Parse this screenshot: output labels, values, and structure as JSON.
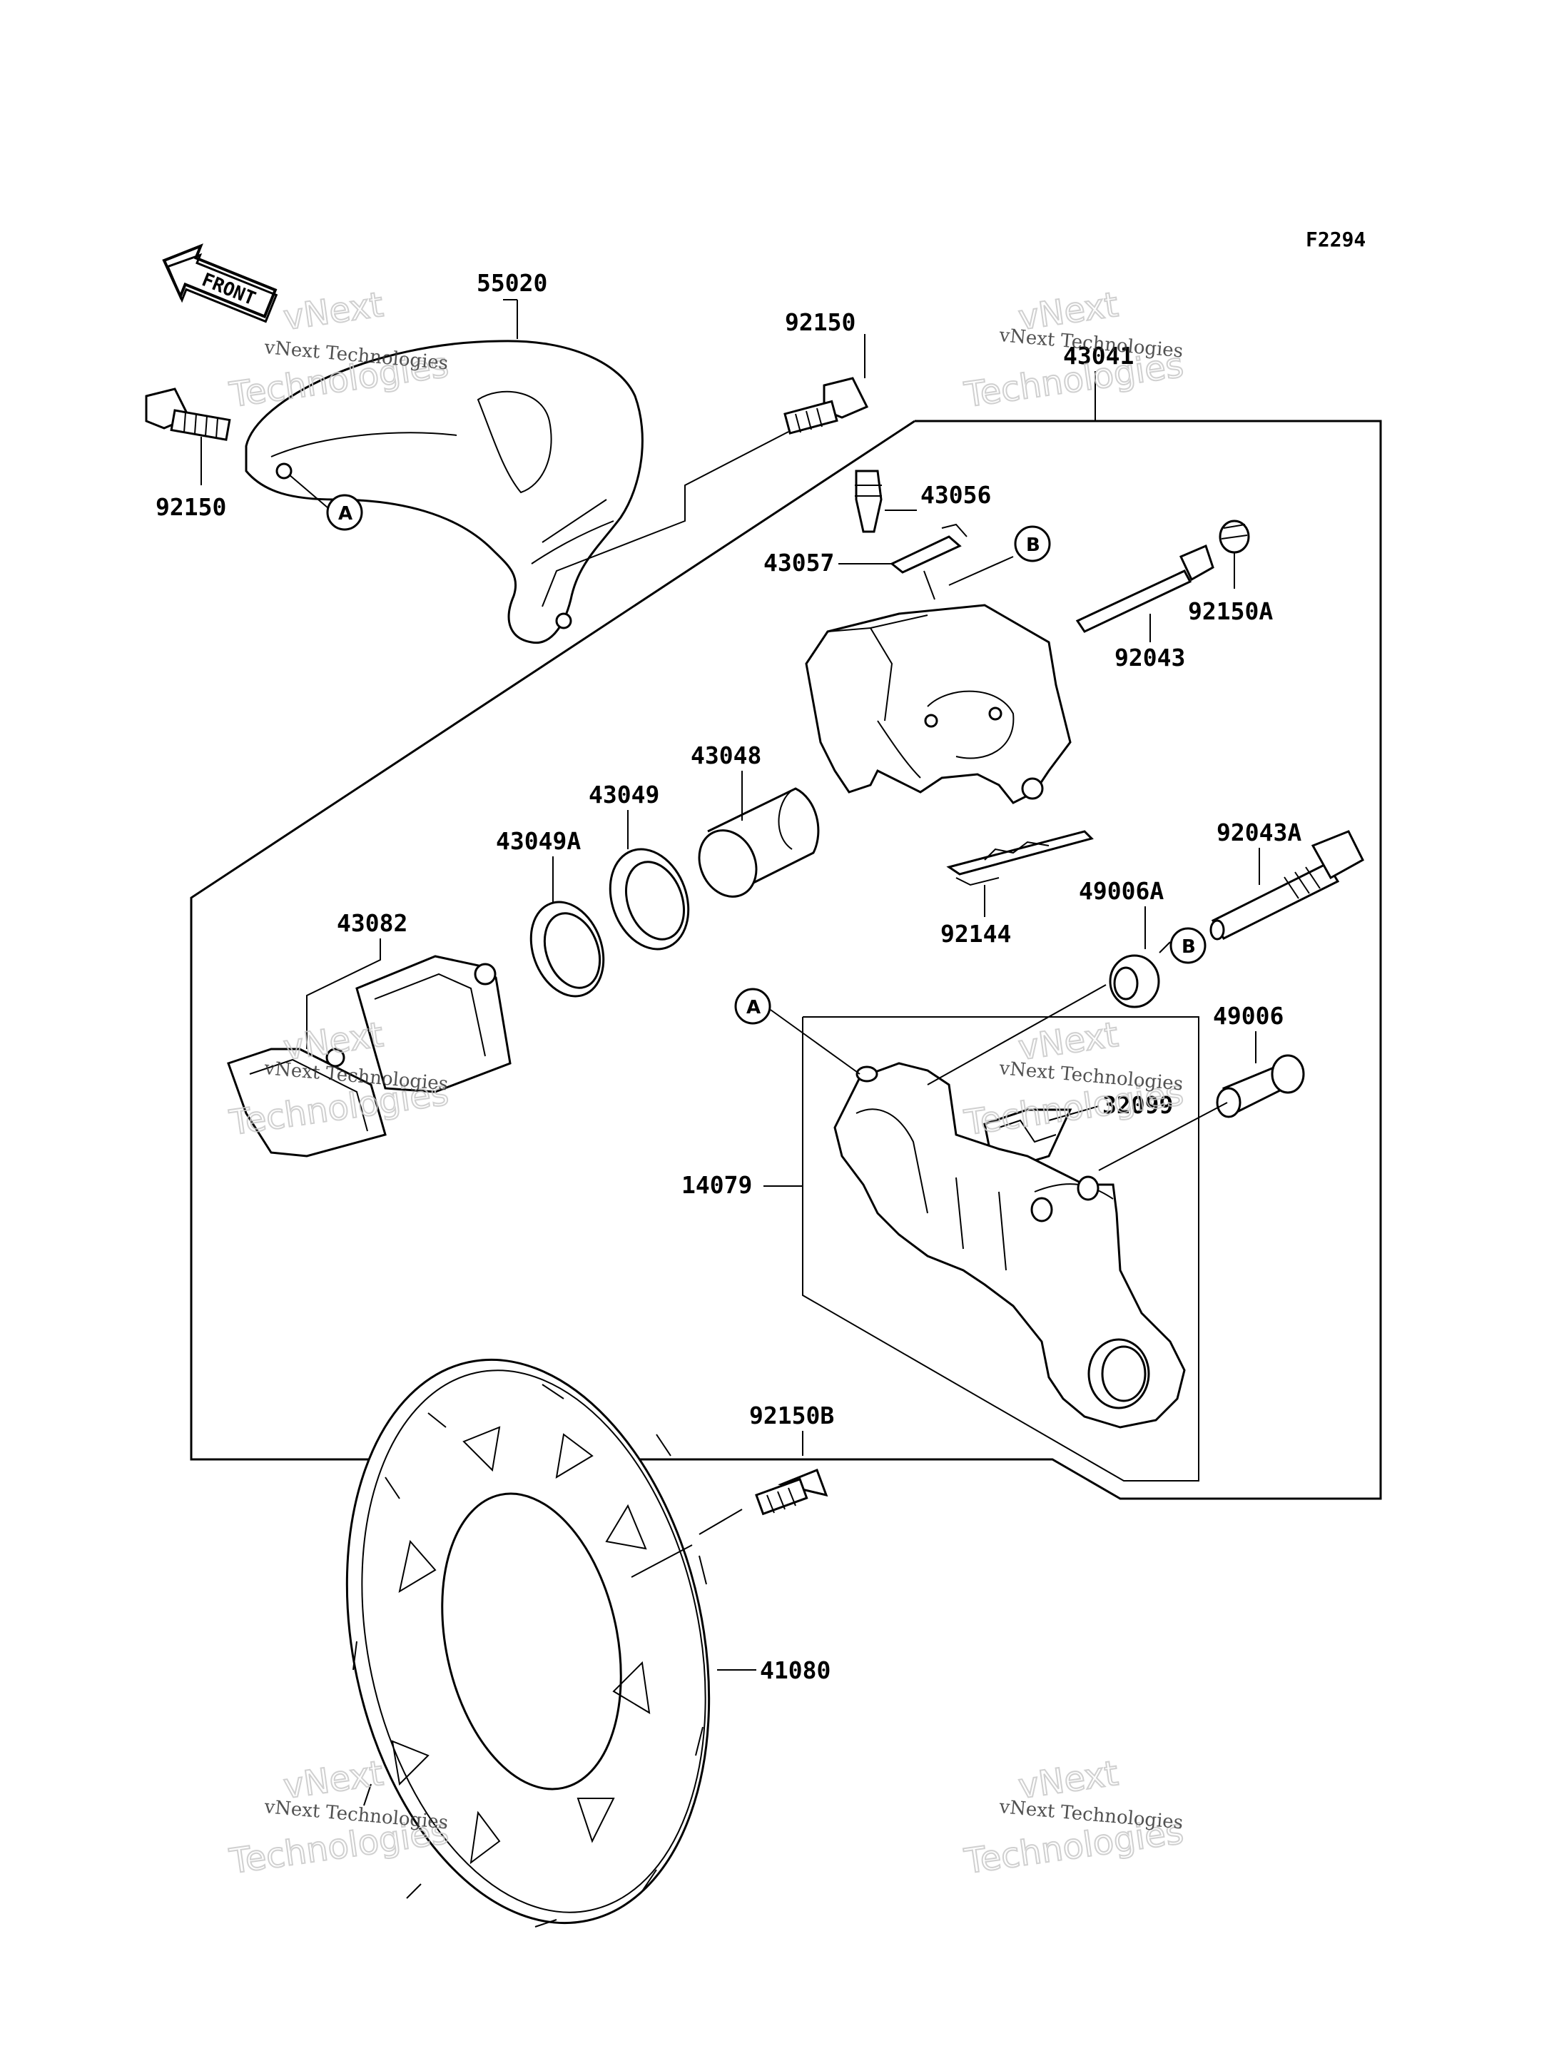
{
  "diagram_code": "F2294",
  "front_label": "FRONT",
  "watermark": {
    "line1": "vNext Technologies",
    "big1": "vNext",
    "big2": "Technologies"
  },
  "callouts": {
    "a": "A",
    "b": "B"
  },
  "parts": {
    "p55020": "55020",
    "p92150_top": "92150",
    "p92150_left": "92150",
    "p43041": "43041",
    "p43056": "43056",
    "p43057": "43057",
    "p92043": "92043",
    "p92150A": "92150A",
    "p43048": "43048",
    "p43049": "43049",
    "p43049A": "43049A",
    "p43082": "43082",
    "p92043A": "92043A",
    "p92144": "92144",
    "p49006A": "49006A",
    "p49006": "49006",
    "p32099": "32099",
    "p14079": "14079",
    "p92150B": "92150B",
    "p41080": "41080"
  }
}
